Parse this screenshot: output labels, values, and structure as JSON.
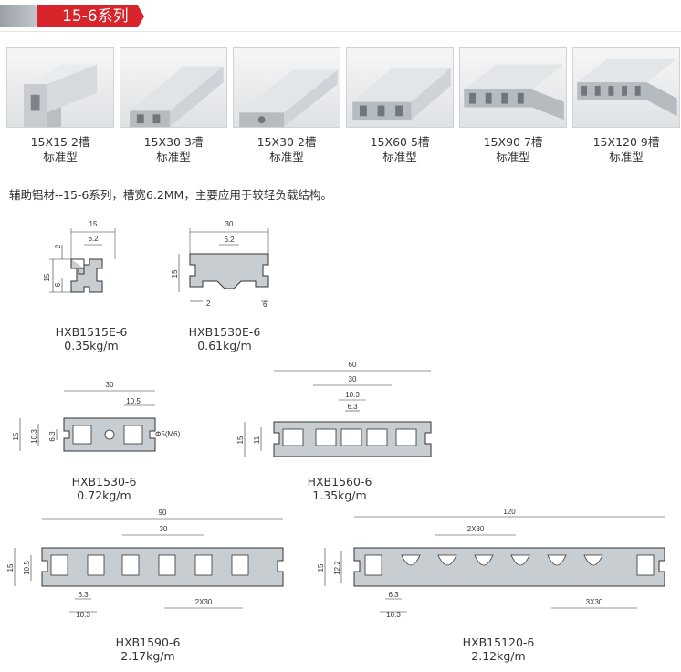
{
  "header": {
    "title": "15-6系列"
  },
  "thumbnails": [
    {
      "size": "15X15 2槽",
      "type": "标准型"
    },
    {
      "size": "15X30 3槽",
      "type": "标准型"
    },
    {
      "size": "15X30 2槽",
      "type": "标准型"
    },
    {
      "size": "15X60 5槽",
      "type": "标准型"
    },
    {
      "size": "15X90 7槽",
      "type": "标准型"
    },
    {
      "size": "15X120 9槽",
      "type": "标准型"
    }
  ],
  "description": "辅助铝材--15-6系列，槽宽6.2MM，主要应用于较轻负载结构。",
  "drawings": {
    "d1": {
      "model": "HXB1515E-6",
      "weight": "0.35kg/m",
      "dims": {
        "w": "15",
        "slot": "6.2",
        "top": "2",
        "h": "15",
        "side": "6"
      }
    },
    "d2": {
      "model": "HXB1530E-6",
      "weight": "0.61kg/m",
      "dims": {
        "w": "30",
        "slot": "6.2",
        "h": "15",
        "bottom": "2",
        "side": "6"
      }
    },
    "d3": {
      "model": "HXB1530-6",
      "weight": "0.72kg/m",
      "dims": {
        "w": "30",
        "half": "10.5",
        "h": "15",
        "inner": "10.3",
        "slot": "6.3",
        "hole": "Φ5(M6)"
      }
    },
    "d4": {
      "model": "HXB1560-6",
      "weight": "1.35kg/m",
      "dims": {
        "w": "60",
        "mid": "30",
        "inner": "10.3",
        "slot": "6.3",
        "h": "15",
        "h2": "11"
      }
    },
    "d5": {
      "model": "HXB1590-6",
      "weight": "2.17kg/m",
      "dims": {
        "w": "90",
        "mid": "30",
        "h": "15",
        "h2": "10.5",
        "slot": "6.3",
        "inner": "10.3",
        "pitch": "2X30"
      }
    },
    "d6": {
      "model": "HXB15120-6",
      "weight": "2.12kg/m",
      "dims": {
        "w": "120",
        "mid": "2X30",
        "h": "15",
        "h2": "12.2",
        "slot": "6.3",
        "inner": "10.3",
        "pitch": "3X30"
      }
    }
  }
}
